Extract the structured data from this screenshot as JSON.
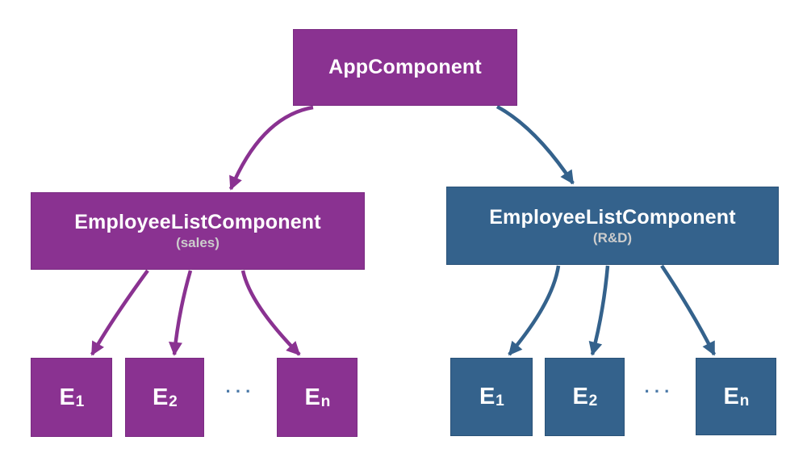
{
  "colors": {
    "background": "#ffffff",
    "purple": "#8a3291",
    "purple_border": "#7a2b82",
    "blue": "#34628c",
    "blue_border": "#2a5278",
    "label_text": "#ffffff",
    "subtitle_text": "#cccccc",
    "ellipsis": "#4d7ba9"
  },
  "root": {
    "label": "AppComponent"
  },
  "groups": [
    {
      "label": "EmployeeListComponent",
      "sublabel": "(sales)",
      "theme": "purple",
      "children": [
        {
          "base": "E",
          "sub": "1"
        },
        {
          "base": "E",
          "sub": "2"
        },
        {
          "base": "E",
          "sub": "n"
        }
      ],
      "ellipsis": "···"
    },
    {
      "label": "EmployeeListComponent",
      "sublabel": "(R&D)",
      "theme": "blue",
      "children": [
        {
          "base": "E",
          "sub": "1"
        },
        {
          "base": "E",
          "sub": "2"
        },
        {
          "base": "E",
          "sub": "n"
        }
      ],
      "ellipsis": "···"
    }
  ]
}
